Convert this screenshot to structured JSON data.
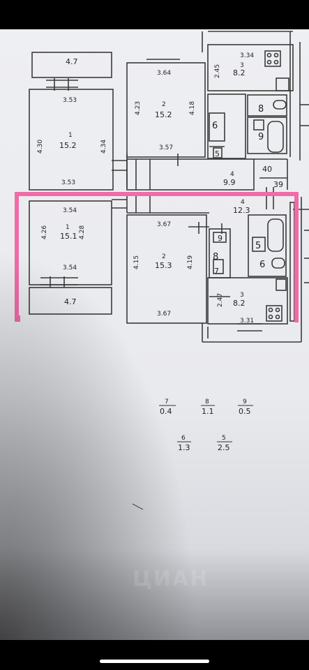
{
  "upper": {
    "balcony_width": "4.7",
    "room1": {
      "number": "1",
      "area": "15.2",
      "top": "3.53",
      "bottom": "3.53",
      "left": "4.30",
      "right": "4.34"
    },
    "room2": {
      "number": "2",
      "area": "15.2",
      "top": "3.64",
      "bottom": "3.57",
      "left": "4.23",
      "right": "4.18"
    },
    "kitchen": {
      "number": "3",
      "area": "8.2",
      "top": "3.34",
      "left": "2.45"
    },
    "hall": {
      "number": "4",
      "area": "9.9"
    },
    "small_rooms": [
      "8",
      "6",
      "9",
      "5"
    ],
    "label_40": "40",
    "label_39": "39"
  },
  "lower": {
    "balcony_width": "4.7",
    "room1": {
      "number": "1",
      "area": "15.1",
      "top": "3.54",
      "bottom": "3.54",
      "left": "4.26",
      "right": "4.28"
    },
    "room2": {
      "number": "2",
      "area": "15.3",
      "top": "3.67",
      "bottom": "3.67",
      "left": "4.15",
      "right": "4.19"
    },
    "hall": {
      "number": "4",
      "area": "12.3"
    },
    "kitchen": {
      "number": "3",
      "area": "8.2",
      "bottom": "3.31",
      "left": "2.47"
    },
    "small_rooms": [
      "9",
      "8",
      "5",
      "7",
      "6"
    ]
  },
  "legend": [
    {
      "number": "7",
      "area": "0.4"
    },
    {
      "number": "8",
      "area": "1.1"
    },
    {
      "number": "9",
      "area": "0.5"
    },
    {
      "number": "6",
      "area": "1.3"
    },
    {
      "number": "5",
      "area": "2.5"
    }
  ],
  "colors": {
    "highlight": "#f06ba8",
    "paper": "#eceef1",
    "line": "#3a3a3a"
  },
  "watermark": "ЦИАН"
}
